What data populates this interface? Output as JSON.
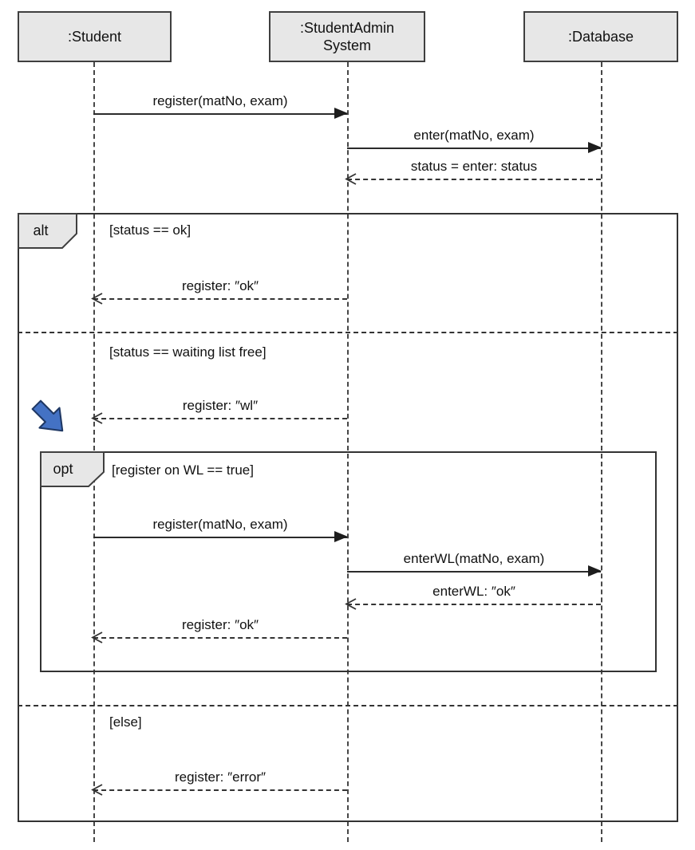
{
  "diagram": {
    "kind": "uml-sequence-diagram",
    "colors": {
      "lifeline_head_fill": "#e7e7e7",
      "border": "#3f3f3f",
      "line": "#333333",
      "text": "#111111",
      "highlight_arrow_fill": "#4472c4",
      "highlight_arrow_stroke": "#1f3864"
    },
    "lifelines": {
      "student": {
        "label": ":Student"
      },
      "system": {
        "label": ":StudentAdmin\nSystem"
      },
      "database": {
        "label": ":Database"
      }
    },
    "fragments": {
      "alt": {
        "operator": "alt",
        "guards": {
          "ok": "[status == ok]",
          "waiting": "[status == waiting list free]",
          "else": "[else]"
        }
      },
      "opt": {
        "operator": "opt",
        "guard": "[register on WL == true]"
      }
    },
    "messages": {
      "m1": {
        "label": "register(matNo, exam)",
        "kind": "sync",
        "from": ":Student",
        "to": ":StudentAdmin System"
      },
      "m2": {
        "label": "enter(matNo, exam)",
        "kind": "sync",
        "from": ":StudentAdmin System",
        "to": ":Database"
      },
      "m3": {
        "label": "status = enter: status",
        "kind": "return",
        "from": ":Database",
        "to": ":StudentAdmin System"
      },
      "m4": {
        "label": "register: ″ok″",
        "kind": "return",
        "from": ":StudentAdmin System",
        "to": ":Student"
      },
      "m5": {
        "label": "register: ″wl″",
        "kind": "return",
        "from": ":StudentAdmin System",
        "to": ":Student"
      },
      "m6": {
        "label": "register(matNo, exam)",
        "kind": "sync",
        "from": ":Student",
        "to": ":StudentAdmin System"
      },
      "m7": {
        "label": "enterWL(matNo, exam)",
        "kind": "sync",
        "from": ":StudentAdmin System",
        "to": ":Database"
      },
      "m8": {
        "label": "enterWL: ″ok″",
        "kind": "return",
        "from": ":Database",
        "to": ":StudentAdmin System"
      },
      "m9": {
        "label": "register: ″ok″",
        "kind": "return",
        "from": ":StudentAdmin System",
        "to": ":Student"
      },
      "m10": {
        "label": "register: ″error″",
        "kind": "return",
        "from": ":StudentAdmin System",
        "to": ":Student"
      }
    },
    "annotations": {
      "highlight_arrow": {
        "shape": "block-arrow-pointing-down-right",
        "target": "opt fragment"
      }
    }
  }
}
